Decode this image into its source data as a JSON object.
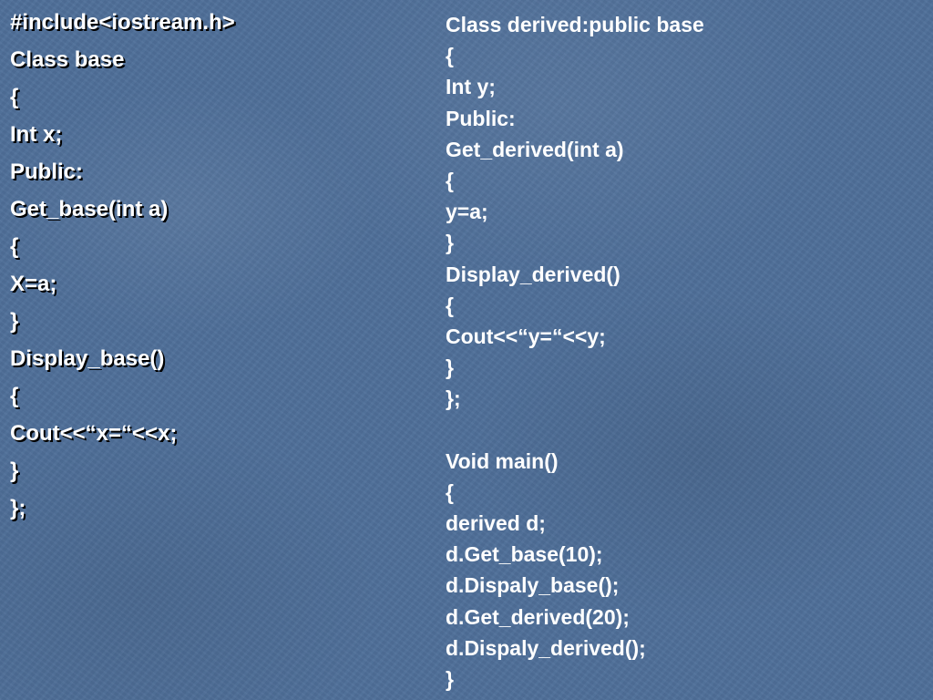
{
  "slide": {
    "background_color": "#4f6f99",
    "text_color": "#ffffff",
    "left_code": [
      "#include<iostream.h>",
      "Class base",
      "{",
      "Int x;",
      "Public:",
      "Get_base(int a)",
      "{",
      "X=a;",
      "}",
      "Display_base()",
      "{",
      "Cout<<“x=“<<x;",
      "}",
      "};"
    ],
    "right_code": [
      "Class derived:public base",
      "{",
      "Int y;",
      "Public:",
      "Get_derived(int a)",
      "{",
      "y=a;",
      "}",
      "Display_derived()",
      "{",
      "Cout<<“y=“<<y;",
      "}",
      "};",
      "",
      "Void main()",
      "{",
      "derived d;",
      "d.Get_base(10);",
      "d.Dispaly_base();",
      "d.Get_derived(20);",
      "d.Dispaly_derived();",
      "}"
    ]
  }
}
